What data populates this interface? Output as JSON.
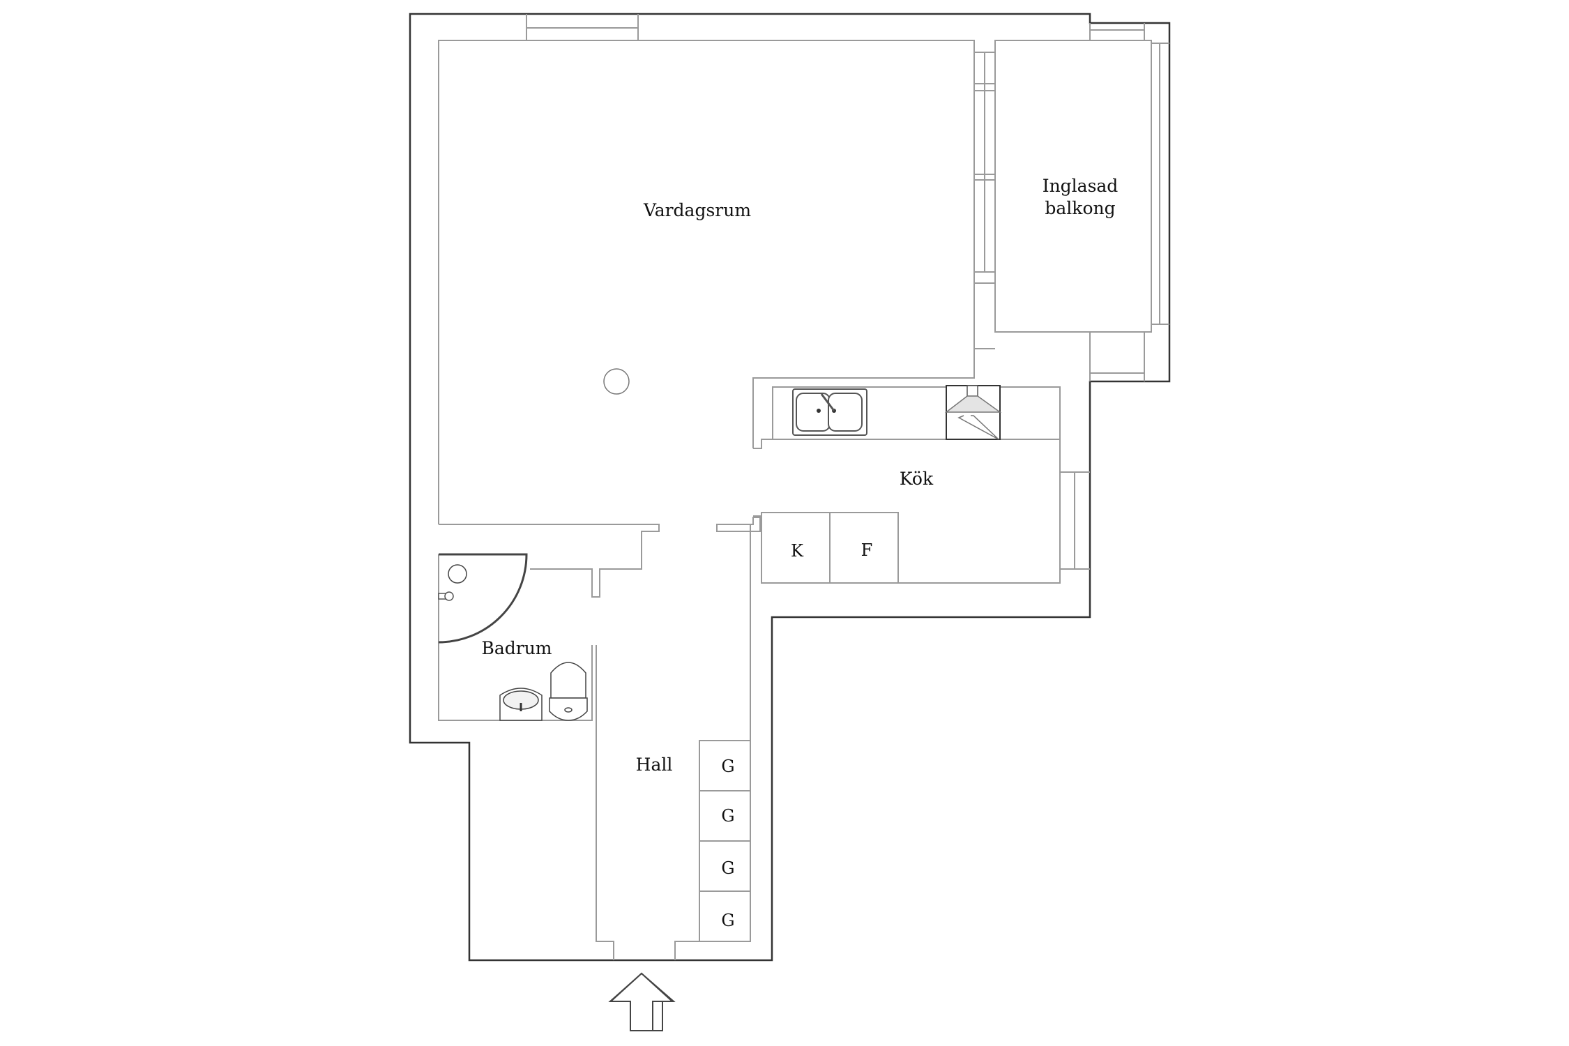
{
  "floorplan": {
    "rooms": [
      {
        "id": "vardagsrum",
        "label": "Vardagsrum"
      },
      {
        "id": "balkong",
        "label": "Inglasad\nbalkong"
      },
      {
        "id": "kok",
        "label": "Kök"
      },
      {
        "id": "badrum",
        "label": "Badrum"
      },
      {
        "id": "hall",
        "label": "Hall"
      }
    ],
    "appliances": {
      "kyl": "K",
      "frys": "F"
    },
    "wardrobes": [
      "G",
      "G",
      "G",
      "G"
    ],
    "entrance": "entrance-arrow",
    "colors": {
      "outer_wall": "#333333",
      "inner_line": "#9a9a9a",
      "text": "#111111",
      "hood_fill": "#e4e4e4"
    }
  }
}
